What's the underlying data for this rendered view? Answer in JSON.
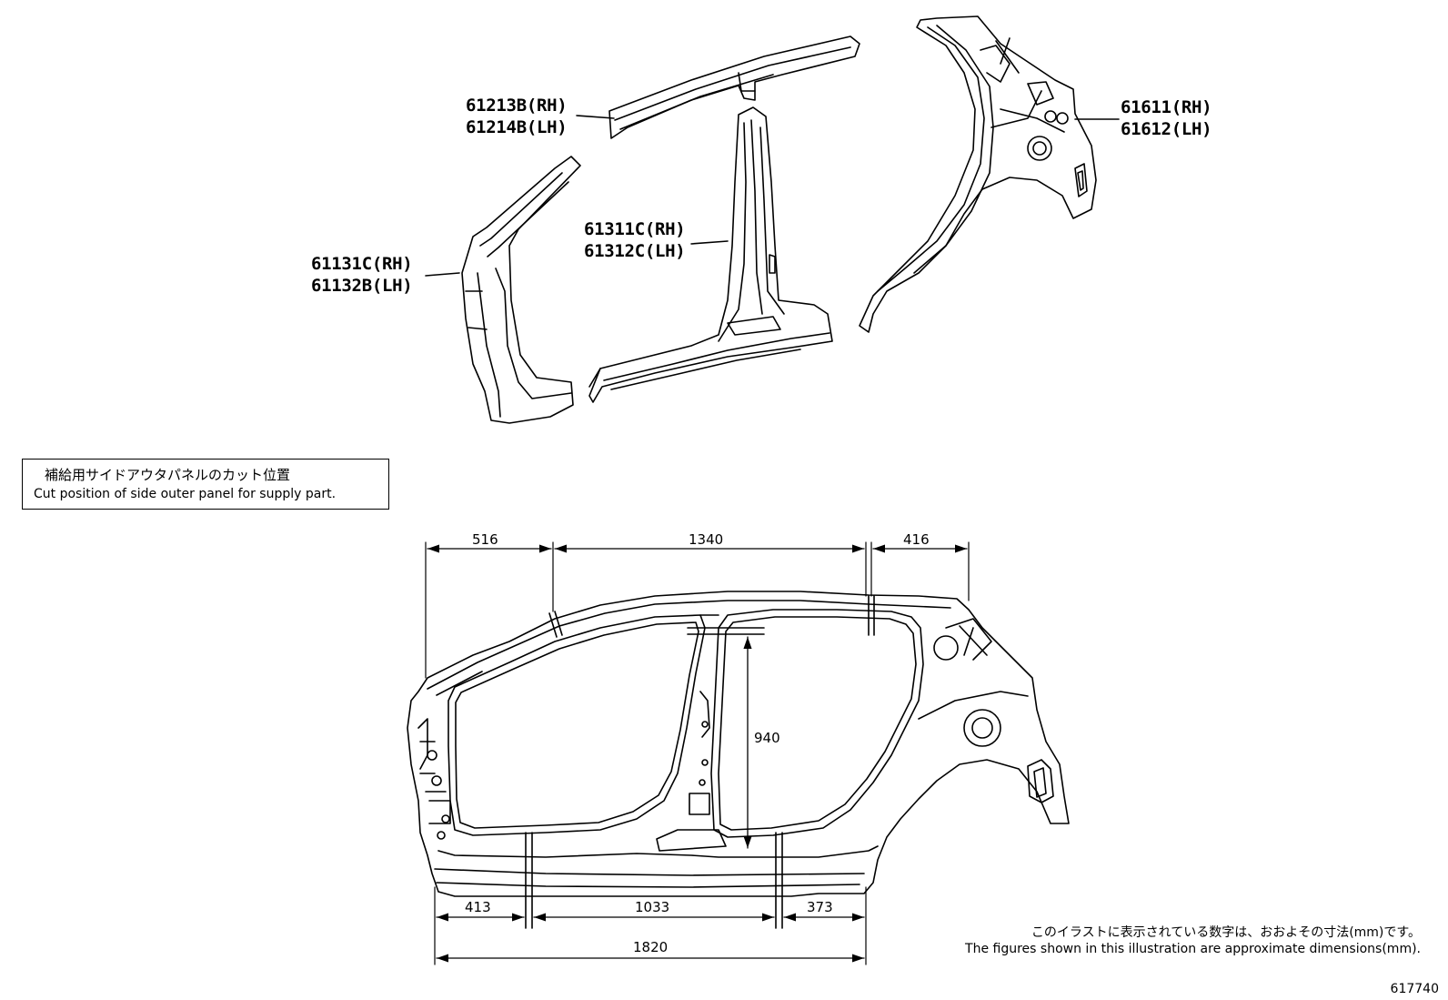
{
  "labels": {
    "roof_side_rh": "61213B(RH)",
    "roof_side_lh": "61214B(LH)",
    "front_pillar_rh": "61131C(RH)",
    "front_pillar_lh": "61132B(LH)",
    "center_pillar_rh": "61311C(RH)",
    "center_pillar_lh": "61312C(LH)",
    "quarter_panel_rh": "61611(RH)",
    "quarter_panel_lh": "61612(LH)"
  },
  "note": {
    "jp": "補給用サイドアウタパネルのカット位置",
    "en": "Cut position of side outer panel for supply part."
  },
  "dimensions": {
    "top_front": "516",
    "top_middle": "1340",
    "top_rear": "416",
    "height": "940",
    "bottom_front": "413",
    "bottom_middle": "1033",
    "bottom_rear": "373",
    "overall": "1820"
  },
  "footnote": {
    "jp": "このイラストに表示されている数字は、おおよその寸法(mm)です。",
    "en": "The figures shown in this illustration are approximate dimensions(mm)."
  },
  "illustration_code": "617740"
}
